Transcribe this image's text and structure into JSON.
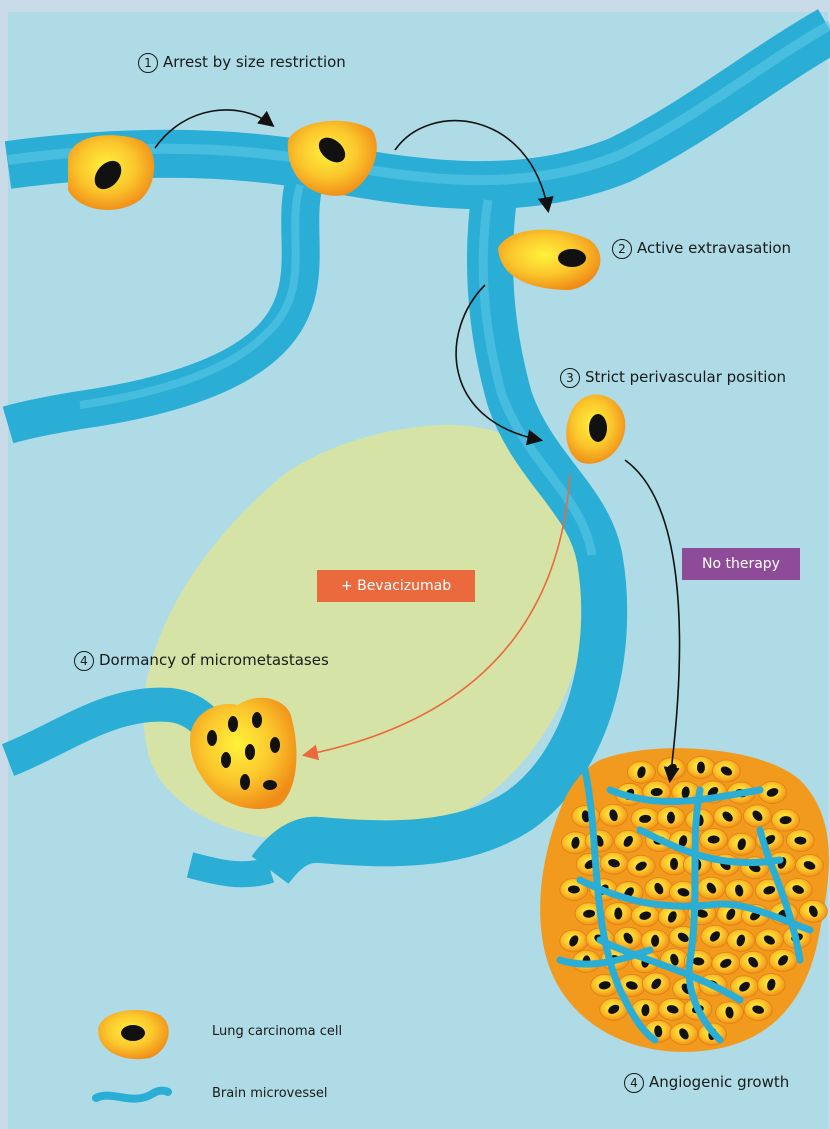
{
  "steps": [
    {
      "number": "1",
      "label": "Arrest by size restriction"
    },
    {
      "number": "2",
      "label": "Active extravasation"
    },
    {
      "number": "3",
      "label": "Strict perivascular position"
    },
    {
      "number": "4",
      "label": "Dormancy of micrometastases"
    },
    {
      "number": "4",
      "label": "Angiogenic growth"
    }
  ],
  "treatments": {
    "bevacizumab": "+ Bevacizumab",
    "no_therapy": "No therapy"
  },
  "legend": {
    "cell": "Lung carcinoma cell",
    "vessel": "Brain microvessel"
  },
  "colors": {
    "background": "#aedbe6",
    "frame": "#c9dbe9",
    "vessel": "#2aaed6",
    "vessel_light": "#5cc8e6",
    "cell": "#f7a51b",
    "cell_highlight": "#ffe23a",
    "nucleus": "#111111",
    "halo": "#d6e3a6",
    "bevacizumab": "#ea6a3d",
    "no_therapy": "#8e4c98"
  }
}
